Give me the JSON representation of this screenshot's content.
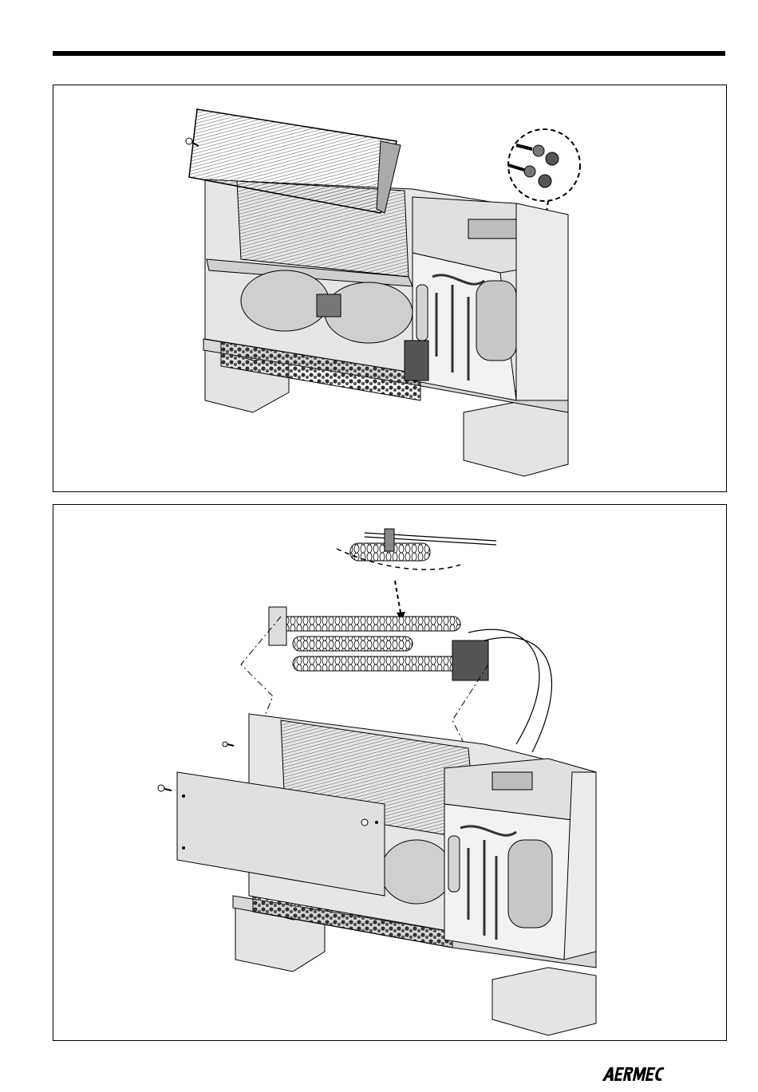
{
  "document": {
    "brand": "AERMEC",
    "figures": [
      {
        "id": "coil-removal"
      },
      {
        "id": "electric-heater-installation"
      }
    ]
  },
  "colors": {
    "rule": "#000000",
    "panel_border": "#000000",
    "cabinet_fill": "#e2e2e2",
    "cabinet_shadow": "#bdbdbd",
    "coil_fill": "#d0d0d0",
    "dark_parts": "#4a4a4a"
  }
}
